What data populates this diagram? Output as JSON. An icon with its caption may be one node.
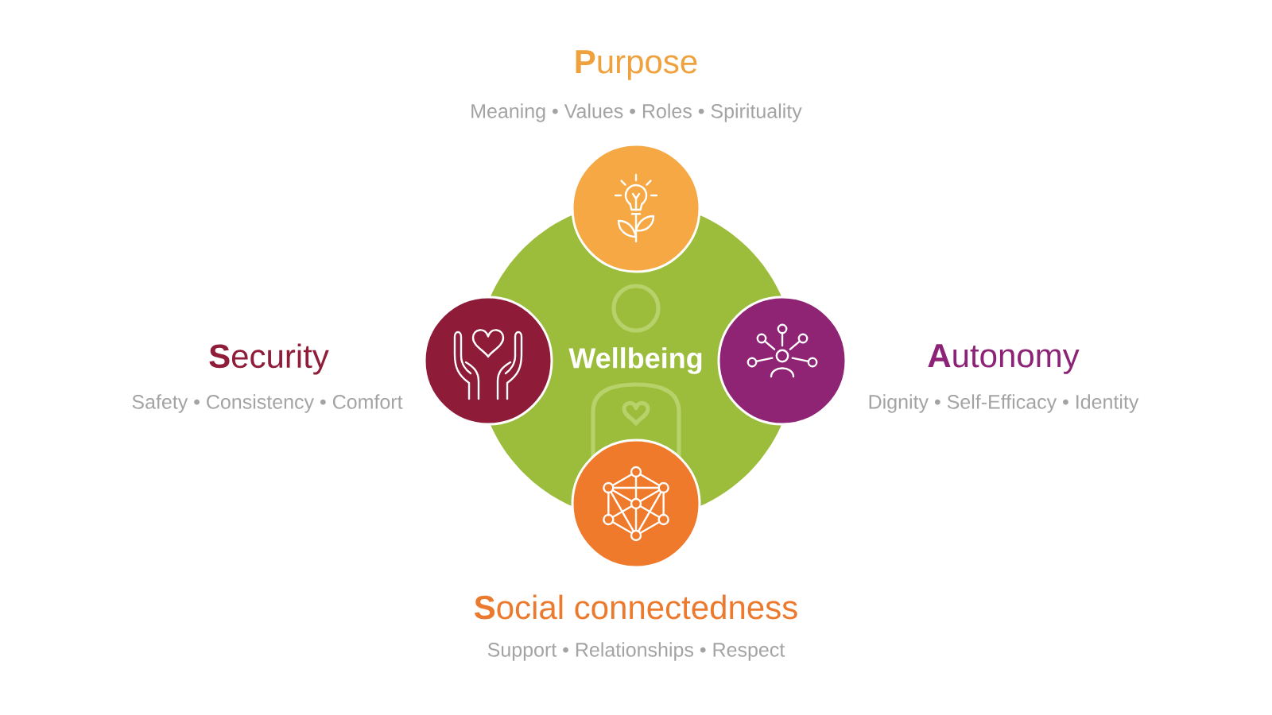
{
  "diagram": {
    "nodes": [
      {
        "text": [],
        "shape": "circle",
        "beside": [
          "**P**urpose",
          "Meaning • Values • Roles • Spirituality"
        ]
      },
      {
        "text": [],
        "shape": "circle",
        "beside": [
          "**S**ecurity",
          "Safety • Consistency • Comfort"
        ]
      },
      {
        "text": [
          "Wellbeing"
        ]
      },
      {
        "text": [],
        "shape": "circle",
        "beside": [
          "**A**utonomy",
          "Dignity • Self-Efficacy • Identity"
        ]
      },
      {
        "text": [],
        "shape": "circle",
        "beside": [
          "**S**ocial connectedness",
          "Support • Relationships • Respect"
        ]
      }
    ]
  }
}
